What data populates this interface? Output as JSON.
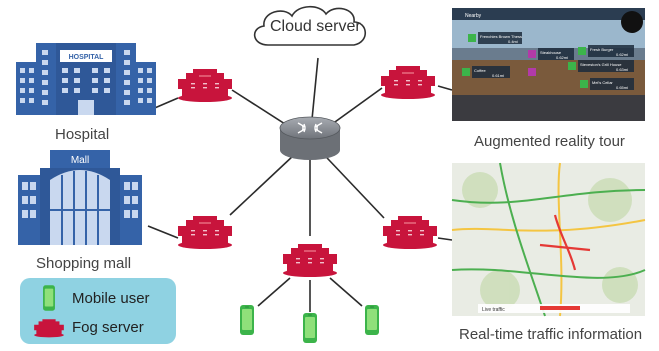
{
  "cloud": {
    "label": "Cloud server"
  },
  "nodes": {
    "hospital": {
      "label": "Hospital",
      "sign": "HOSPITAL"
    },
    "mall": {
      "label": "Shopping mall",
      "sign": "Mall"
    },
    "ar_tour": {
      "label": "Augmented reality tour",
      "header": "Nearby"
    },
    "traffic": {
      "label": "Real-time traffic information",
      "legend": "Live traffic"
    }
  },
  "legend": {
    "mobile_user": "Mobile user",
    "fog_server": "Fog server"
  },
  "ar_pois": [
    {
      "name": "Frenchies Brown Thess",
      "dist": "0.4mi"
    },
    {
      "name": "Steakhouse",
      "dist": "0.62mi"
    },
    {
      "name": "Fresh Burger",
      "dist": "0.62mi"
    },
    {
      "name": "Steveston's Grill House",
      "dist": "0.63mi"
    },
    {
      "name": "Mel's Cellar",
      "dist": "0.65mi"
    },
    {
      "name": "Coffee",
      "dist": "0.61mi"
    }
  ],
  "colors": {
    "fog_server": "#c8143c",
    "phone": "#3cb44a",
    "building": "#3563a8",
    "router": "#8a8e94",
    "legend_bg": "#8fd2e2"
  }
}
